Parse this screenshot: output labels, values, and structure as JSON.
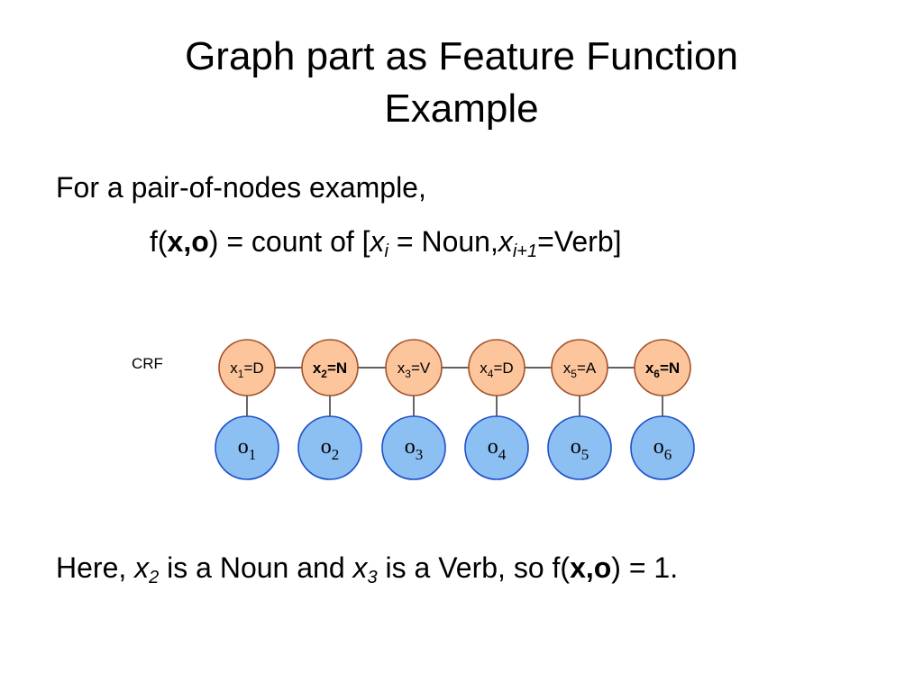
{
  "title": {
    "line1": "Graph part as Feature Function",
    "line2": "Example"
  },
  "intro": "For a pair-of-nodes example,",
  "formula": {
    "prefix": "f(",
    "bold_args": "x,o",
    "mid": ") = count of [",
    "var1": "x",
    "sub1": "i",
    "eq1": " = Noun,",
    "var2": "x",
    "sub2": "i+1",
    "eq2": "=Verb]"
  },
  "diagram": {
    "model_label": "CRF",
    "hidden_nodes": [
      {
        "var": "x",
        "index": "1",
        "value": "=D",
        "bold": false
      },
      {
        "var": "x",
        "index": "2",
        "value": "=N",
        "bold": true
      },
      {
        "var": "x",
        "index": "3",
        "value": "=V",
        "bold": false
      },
      {
        "var": "x",
        "index": "4",
        "value": "=D",
        "bold": false
      },
      {
        "var": "x",
        "index": "5",
        "value": "=A",
        "bold": false
      },
      {
        "var": "x",
        "index": "6",
        "value": "=N",
        "bold": true
      }
    ],
    "observed_nodes": [
      {
        "var": "o",
        "index": "1"
      },
      {
        "var": "o",
        "index": "2"
      },
      {
        "var": "o",
        "index": "3"
      },
      {
        "var": "o",
        "index": "4"
      },
      {
        "var": "o",
        "index": "5"
      },
      {
        "var": "o",
        "index": "6"
      }
    ],
    "colors": {
      "hidden_fill": "#fdc59c",
      "hidden_stroke": "#a0522d",
      "observed_fill": "#8cc0f2",
      "observed_stroke": "#1f4fc8"
    }
  },
  "conclusion": {
    "p1": "Here, ",
    "var1": "x",
    "sub1": "2",
    "p2": " is a Noun and ",
    "var2": "x",
    "sub2": "3",
    "p3": " is a Verb, so f(",
    "bold_args": "x,o",
    "p4": ") = 1."
  }
}
